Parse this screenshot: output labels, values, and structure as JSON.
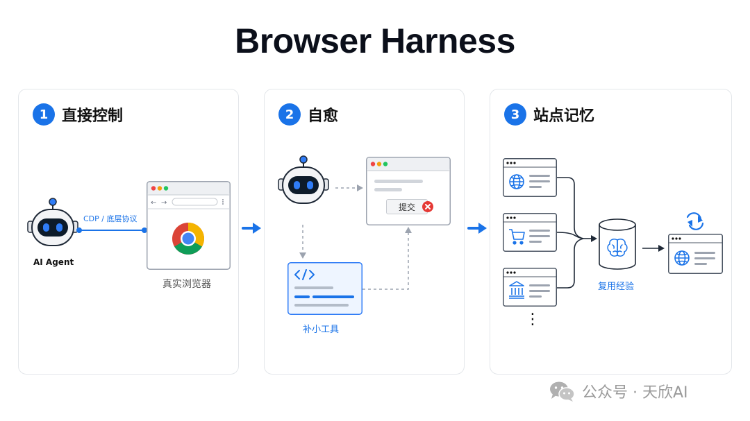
{
  "title": "Browser Harness",
  "panels": [
    {
      "number": "1",
      "title": "直接控制",
      "agent_label": "AI Agent",
      "link_label": "CDP / 底层协议",
      "browser_label": "真实浏览器"
    },
    {
      "number": "2",
      "title": "自愈",
      "submit_button": "提交",
      "tool_label": "补小工具"
    },
    {
      "number": "3",
      "title": "站点记忆",
      "memory_label": "复用经验",
      "more": "⋮"
    }
  ],
  "watermark": "公众号 · 天欣AI",
  "colors": {
    "accent": "#1a73e8",
    "error": "#e53935",
    "robot_face": "#0d1b2a",
    "robot_eyes": "#2f7cf6"
  }
}
